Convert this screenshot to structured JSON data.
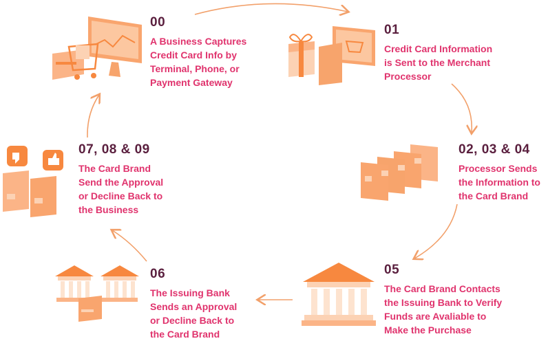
{
  "steps": [
    {
      "number": "00",
      "lines": [
        "A Business Captures",
        "Credit Card Info by",
        "Terminal, Phone, or",
        "Payment Gateway"
      ]
    },
    {
      "number": "01",
      "lines": [
        "Credit Card Information",
        "is Sent to the Merchant",
        "Processor"
      ]
    },
    {
      "number": "02, 03 & 04",
      "lines": [
        "Processor Sends",
        "the Information to",
        "the Card Brand"
      ]
    },
    {
      "number": "05",
      "lines": [
        "The Card Brand Contacts",
        "the Issuing Bank to Verify",
        "Funds are Avaliable to",
        "Make the Purchase"
      ]
    },
    {
      "number": "06",
      "lines": [
        "The Issuing Bank",
        "Sends an Approval",
        "or Decline Back to",
        "the Card Brand"
      ]
    },
    {
      "number": "07, 08 & 09",
      "lines": [
        "The Card Brand",
        "Send the Approval",
        "or Decline Back to",
        "the Business"
      ]
    }
  ],
  "colors": {
    "number": "#5a1f3e",
    "text": "#e0336d",
    "arrow": "#f2a06a",
    "accent": "#f7883f"
  },
  "icons": [
    "computer-cart-icon",
    "gift-laptop-icon",
    "credit-cards-icon",
    "bank-icon",
    "banks-icon",
    "thumbs-cards-icon"
  ]
}
